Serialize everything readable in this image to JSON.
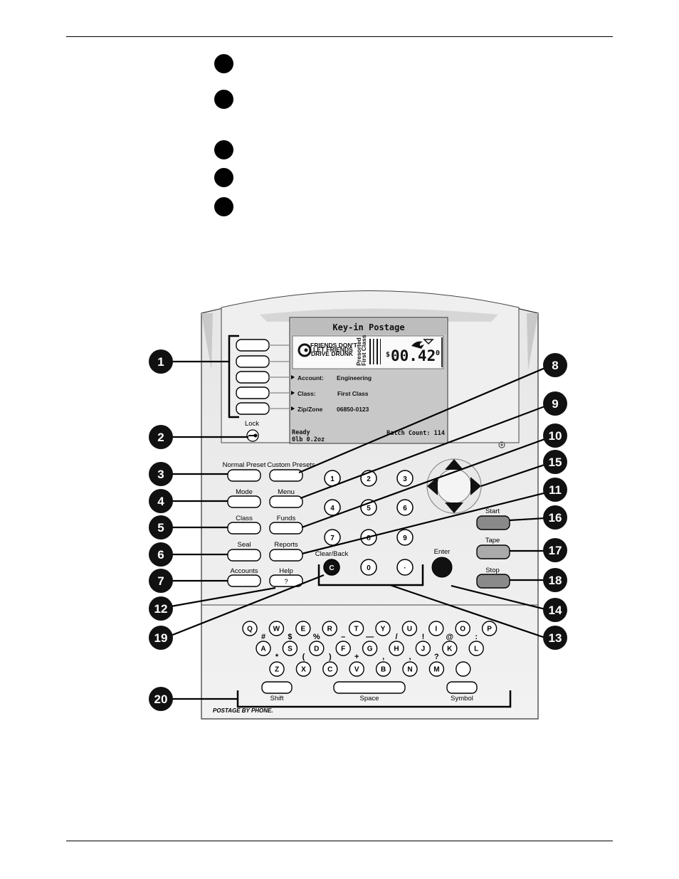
{
  "screen": {
    "title": "Key-in Postage",
    "slogan": [
      "FRIENDS DON'T",
      "LET FRIENDS",
      "DRIVE DRUNK"
    ],
    "vertical_label_1": "Presorted",
    "vertical_label_2": "First Class",
    "amount_prefix": "$",
    "amount": "00.42",
    "amount_suffix": "0",
    "fields": [
      {
        "label": "Account:",
        "value": "Engineering"
      },
      {
        "label": "Class:",
        "value": "First Class"
      },
      {
        "label": "Zip/Zone",
        "value": "06850-0123"
      }
    ],
    "status_line_1": "Ready",
    "status_line_2": "0lb 0.2oz",
    "batch_count": "Batch Count: 114"
  },
  "lock_label": "Lock",
  "left_keys": [
    "Normal Preset",
    "Mode",
    "Class",
    "Seal",
    "Accounts"
  ],
  "mid_keys": [
    "Custom Presets",
    "Menu",
    "Funds",
    "Reports",
    "Help"
  ],
  "help_symbol": "?",
  "numeric_keys": [
    "1",
    "2",
    "3",
    "4",
    "5",
    "6",
    "7",
    "8",
    "9",
    "0",
    "·"
  ],
  "clear_label": "Clear/Back",
  "clear_key": "C",
  "enter_label": "Enter",
  "right_keys": [
    "Start",
    "Tape",
    "Stop"
  ],
  "qwerty_row_1": [
    "Q",
    "W",
    "E",
    "R",
    "T",
    "Y",
    "U",
    "I",
    "O",
    "P"
  ],
  "qwerty_row_2": [
    "A",
    "S",
    "D",
    "F",
    "G",
    "H",
    "J",
    "K",
    "L"
  ],
  "qwerty_row_3": [
    "Z",
    "X",
    "C",
    "V",
    "B",
    "N",
    "M",
    ""
  ],
  "symbols_row_2": [
    "#",
    "$",
    "%",
    "–",
    "—",
    "/",
    "!",
    "@",
    ":"
  ],
  "symbols_row_3": [
    "*",
    "(",
    ")",
    "+",
    ",",
    ",",
    "?"
  ],
  "shift_label": "Shift",
  "space_label": "Space",
  "symbol_label": "Symbol",
  "brand": "POSTAGE BY PHONE.",
  "callouts": [
    "1",
    "2",
    "3",
    "4",
    "5",
    "6",
    "7",
    "8",
    "9",
    "10",
    "11",
    "12",
    "13",
    "14",
    "15",
    "16",
    "17",
    "18",
    "19",
    "20"
  ]
}
